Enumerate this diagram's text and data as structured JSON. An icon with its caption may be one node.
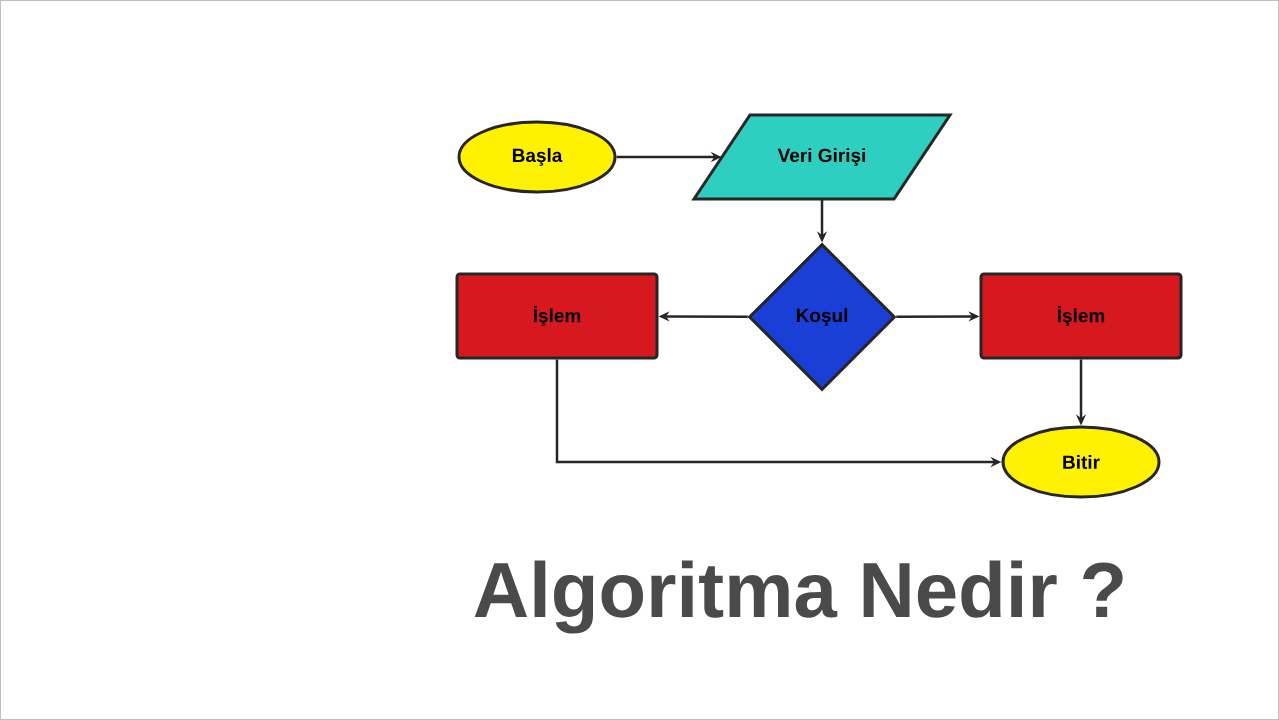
{
  "diagram": {
    "nodes": [
      {
        "text": [
          "Başla"
        ]
      },
      {
        "text": [
          "Veri Girişi"
        ]
      },
      {
        "text": [
          "Koşul"
        ]
      },
      {
        "text": [
          "İşlem"
        ]
      },
      {
        "text": [
          "İşlem"
        ]
      },
      {
        "text": [
          "Bitir"
        ]
      }
    ],
    "edges": [
      {
        "from": 0,
        "to": 1,
        "arrow": "to"
      },
      {
        "from": 1,
        "to": 2,
        "arrow": "to"
      },
      {
        "from": 2,
        "to": 3,
        "arrow": "to"
      },
      {
        "from": 2,
        "to": 4,
        "arrow": "to"
      },
      {
        "from": 4,
        "to": 5,
        "arrow": "to"
      },
      {
        "from": 3,
        "to": 5,
        "arrow": "to"
      }
    ],
    "labels": [
      "Algoritma Nedir ?"
    ]
  }
}
